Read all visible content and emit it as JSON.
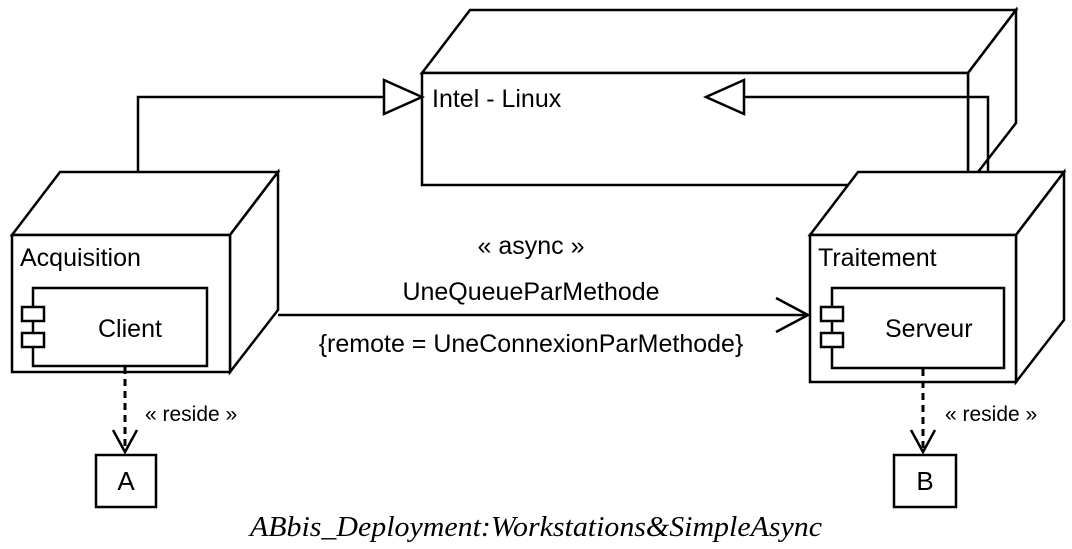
{
  "nodes": {
    "platform": "Intel - Linux",
    "acquisition": "Acquisition",
    "traitement": "Traitement"
  },
  "components": {
    "client": "Client",
    "serveur": "Serveur"
  },
  "artifacts": {
    "a": "A",
    "b": "B"
  },
  "connection": {
    "stereotype": "« async »",
    "name": "UneQueueParMethode",
    "constraint": "{remote = UneConnexionParMethode}"
  },
  "reside_left": "« reside »",
  "reside_right": "« reside »",
  "caption": "ABbis_Deployment:Workstations&SimpleAsync"
}
